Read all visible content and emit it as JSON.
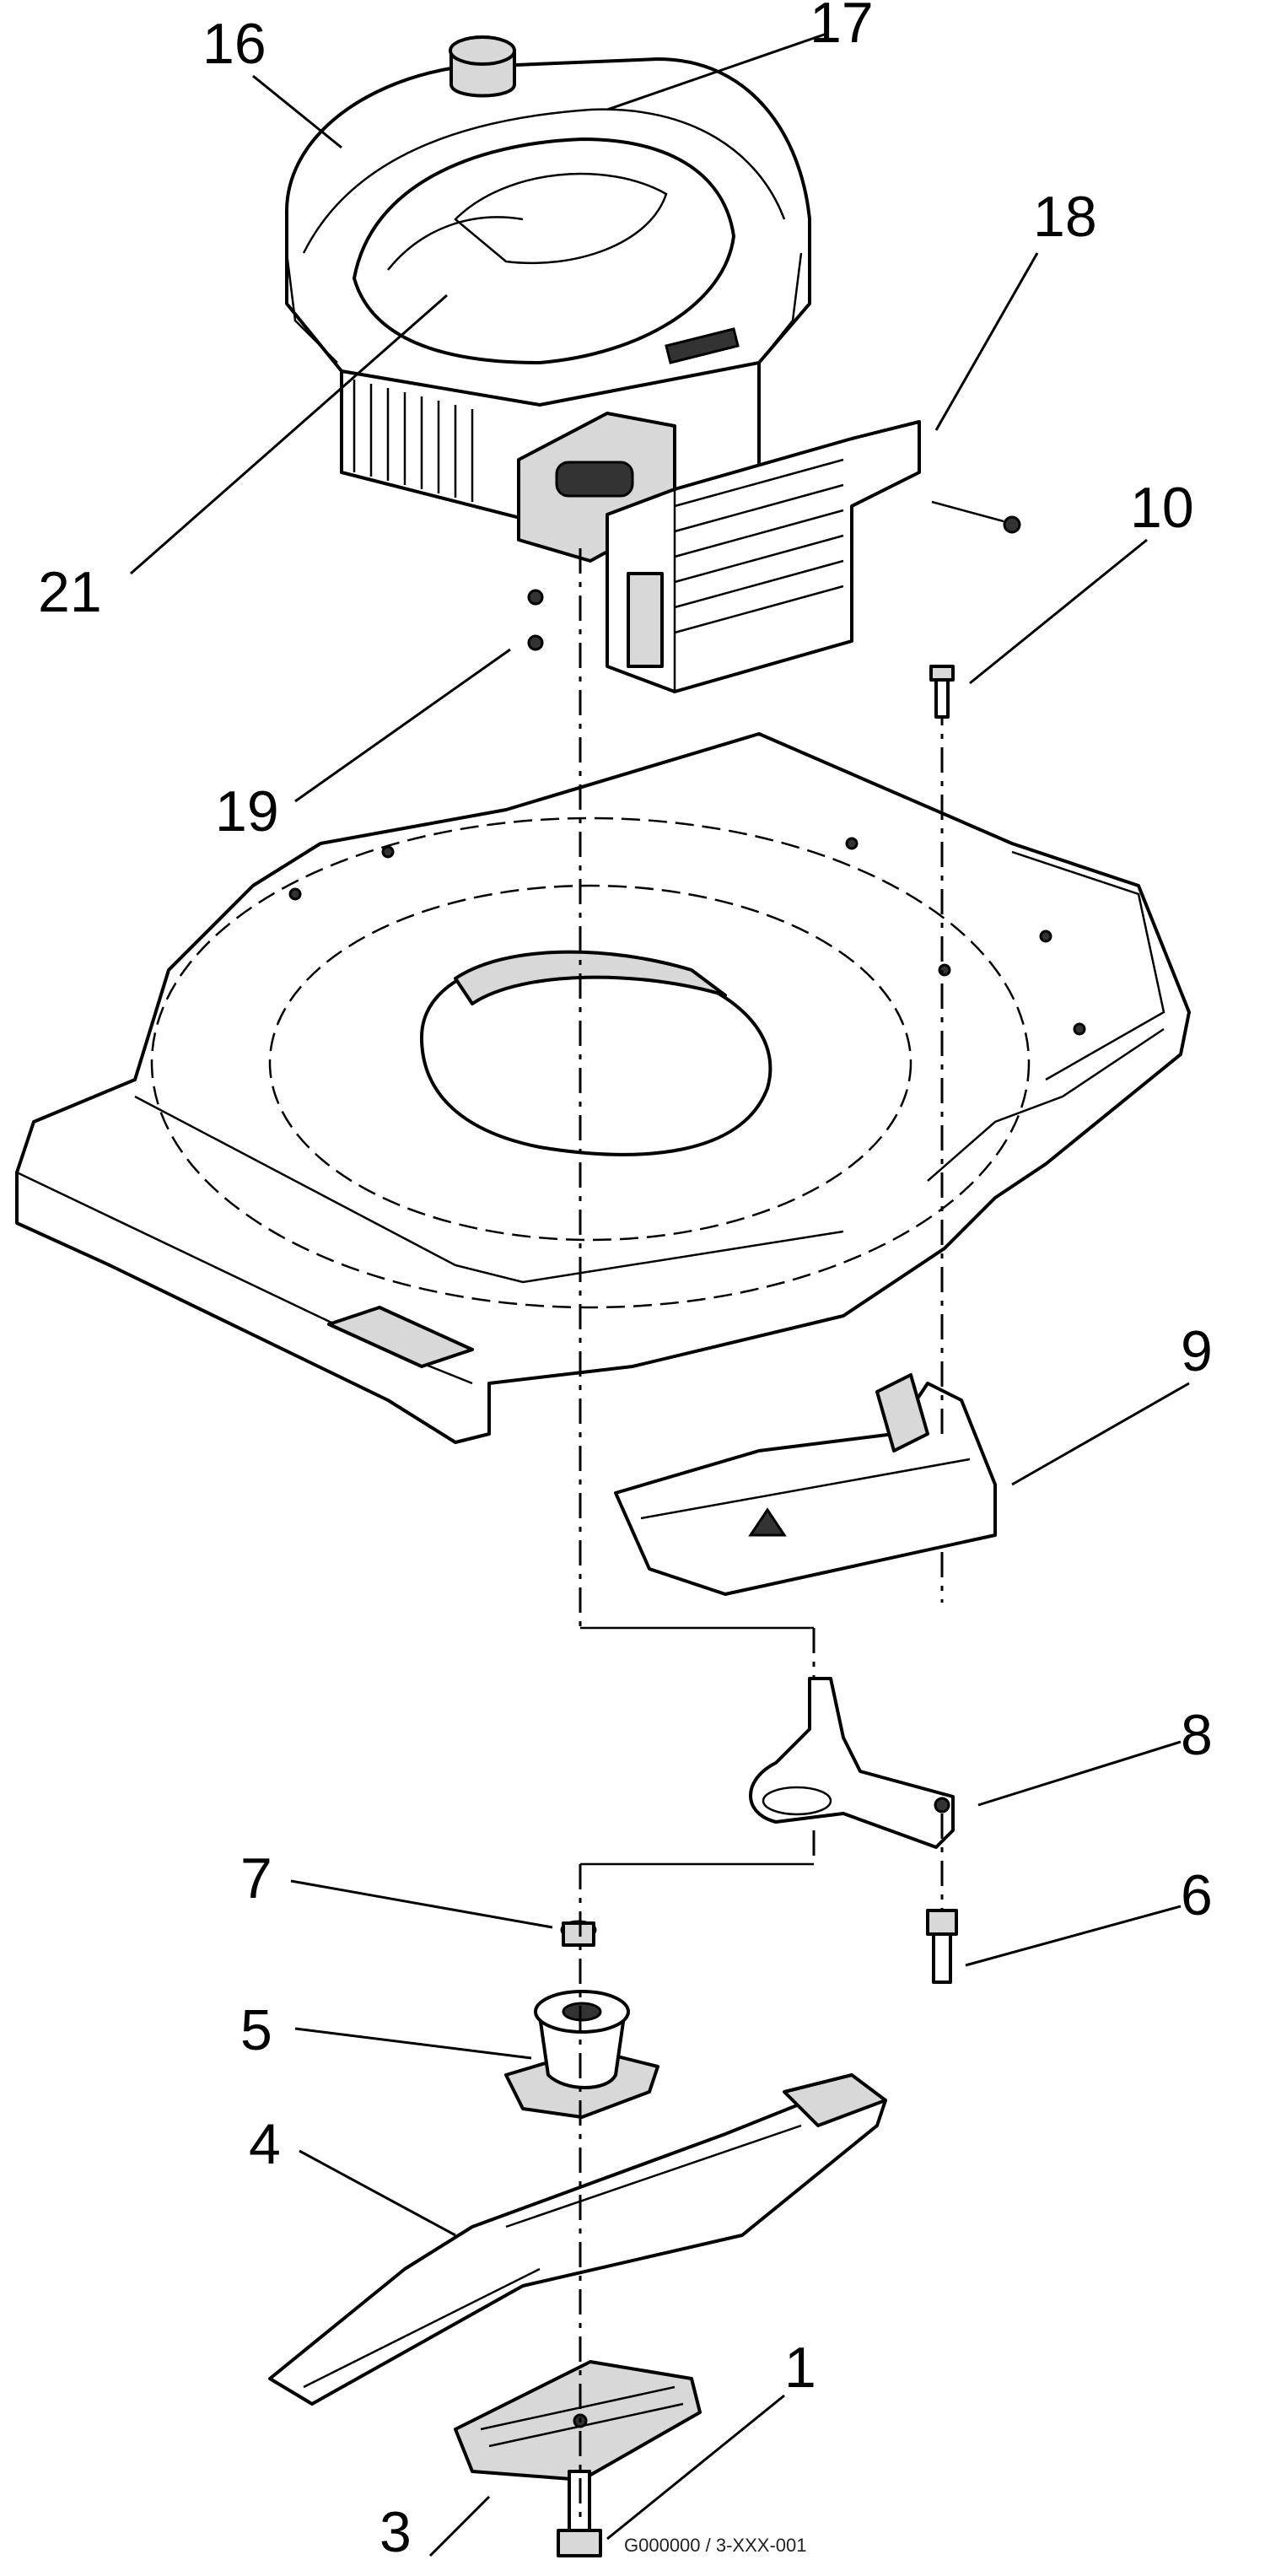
{
  "callouts": [
    {
      "id": "16",
      "label": "16"
    },
    {
      "id": "17",
      "label": "17"
    },
    {
      "id": "18",
      "label": "18"
    },
    {
      "id": "21",
      "label": "21"
    },
    {
      "id": "10",
      "label": "10"
    },
    {
      "id": "19",
      "label": "19"
    },
    {
      "id": "9",
      "label": "9"
    },
    {
      "id": "8",
      "label": "8"
    },
    {
      "id": "7",
      "label": "7"
    },
    {
      "id": "6",
      "label": "6"
    },
    {
      "id": "5",
      "label": "5"
    },
    {
      "id": "4",
      "label": "4"
    },
    {
      "id": "1",
      "label": "1"
    },
    {
      "id": "3",
      "label": "3"
    }
  ],
  "reference_code": "G000000 / 3-XXX-001",
  "colors": {
    "line": "#000000",
    "background": "#ffffff",
    "shade": "#d8d8d8"
  }
}
